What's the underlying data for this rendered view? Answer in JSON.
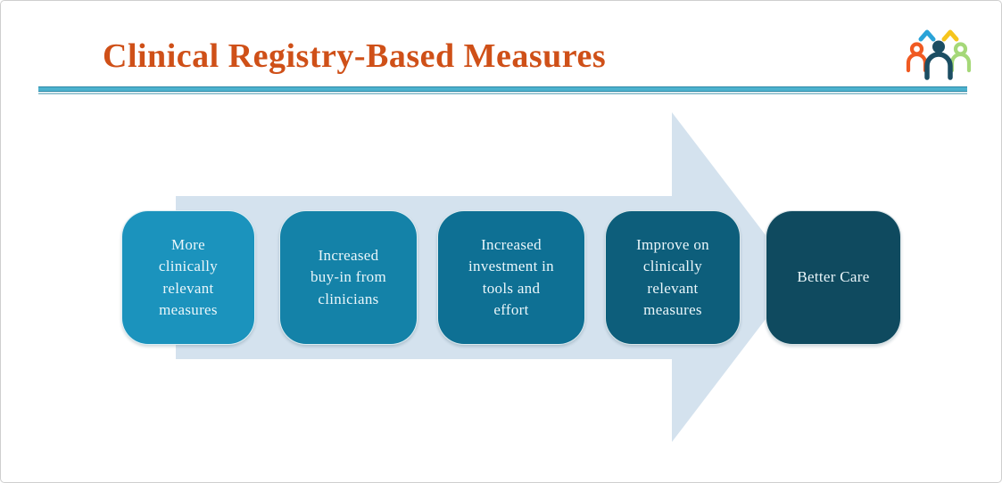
{
  "slide": {
    "title": "Clinical Registry-Based Measures"
  },
  "colors": {
    "title_orange": "#cf5018",
    "rule_band": "#4db2ce",
    "rule_thin_line": "#7db6c6",
    "arrow_light_blue": "#d4e2ee",
    "step_text": "#eaf6fa",
    "frame_border": "#cfcfcf"
  },
  "logo": {
    "description": "group of three people with two caret shapes above",
    "colors": {
      "left_person": "#f05a22",
      "center_person": "#1c4e63",
      "right_person": "#a5d878",
      "left_caret": "#2aa3d8",
      "right_caret": "#f6c51d"
    }
  },
  "process_flow": {
    "type": "horizontal-arrow-sequence",
    "direction": "left-to-right",
    "steps": [
      {
        "label": "More clinically relevant measures",
        "lines": [
          "More",
          "clinically",
          "relevant",
          "measures"
        ],
        "color": "#1b93bd"
      },
      {
        "label": "Increased buy-in from clinicians",
        "lines": [
          "Increased",
          "buy-in from",
          "clinicians"
        ],
        "color": "#1482a8"
      },
      {
        "label": "Increased investment in tools and effort",
        "lines": [
          "Increased",
          "investment in",
          "tools and",
          "effort"
        ],
        "color": "#0e7094"
      },
      {
        "label": "Improve on clinically relevant measures",
        "lines": [
          "Improve on",
          "clinically",
          "relevant",
          "measures"
        ],
        "color": "#0d5e7b"
      },
      {
        "label": "Better Care",
        "lines": [
          "Better Care"
        ],
        "color": "#0f4a5f"
      }
    ]
  }
}
